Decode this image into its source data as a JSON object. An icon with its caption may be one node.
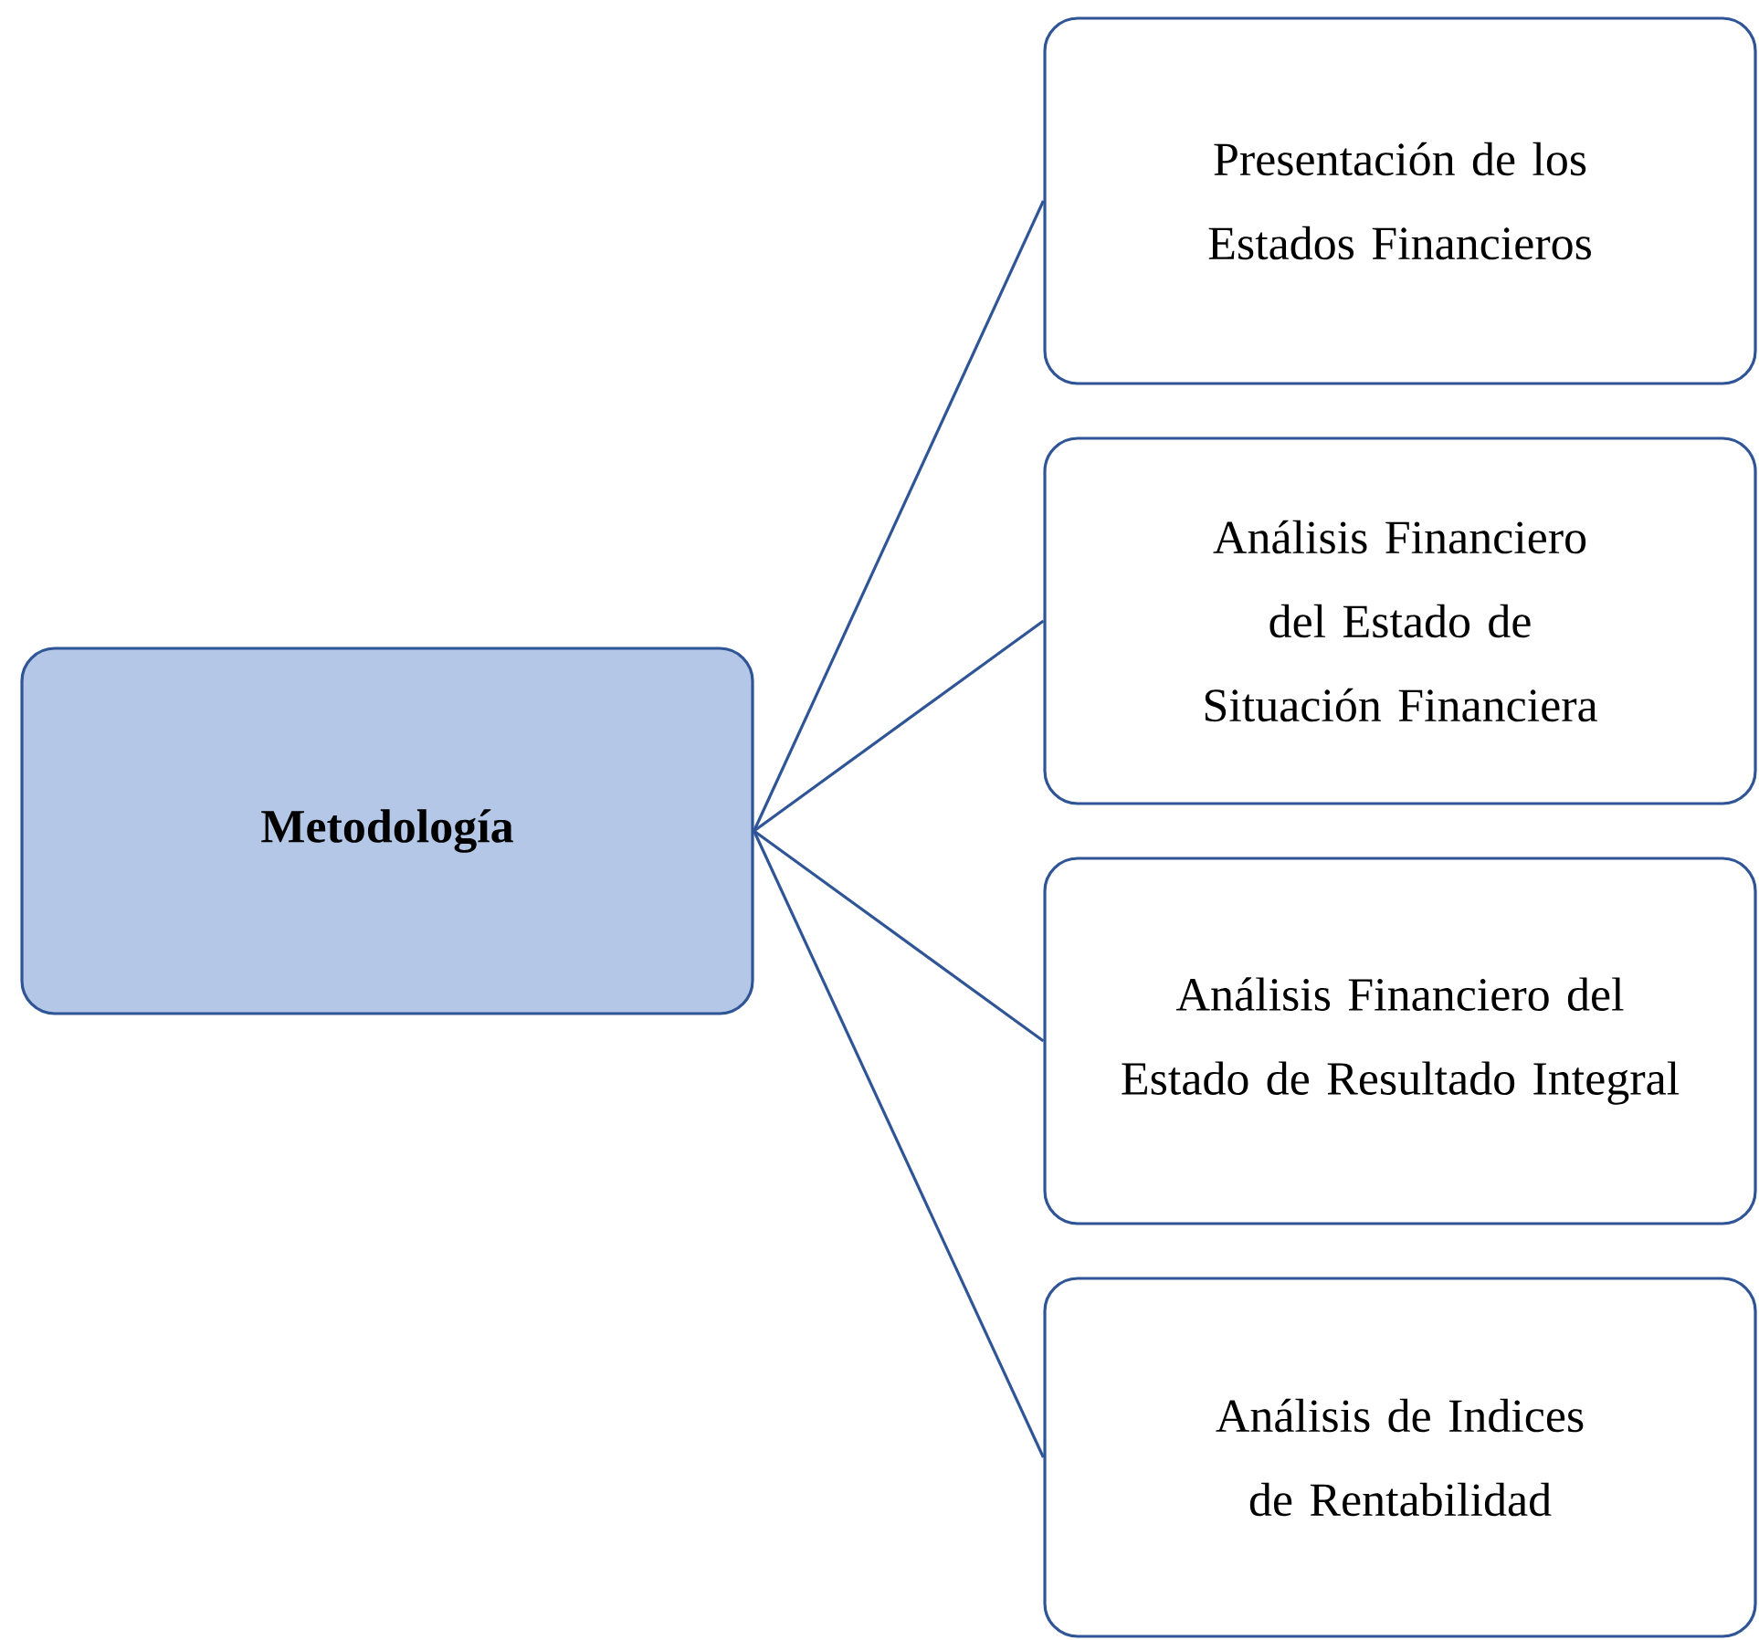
{
  "diagram": {
    "nodes": [
      {
        "text": [
          "Metodología"
        ]
      },
      {
        "text": [
          "Presentación de los Estados Financieros"
        ]
      },
      {
        "text": [
          "Análisis Financiero del Estado de Situación Financiera"
        ]
      },
      {
        "text": [
          "Análisis Financiero del Estado de Resultado Integral"
        ]
      },
      {
        "text": [
          "Análisis de Indices de Rentabilidad"
        ]
      }
    ],
    "edges": [
      {
        "from": 0,
        "to": 1,
        "arrow": "none"
      },
      {
        "from": 0,
        "to": 2,
        "arrow": "none"
      },
      {
        "from": 0,
        "to": 3,
        "arrow": "none"
      },
      {
        "from": 0,
        "to": 4,
        "arrow": "none"
      }
    ]
  }
}
